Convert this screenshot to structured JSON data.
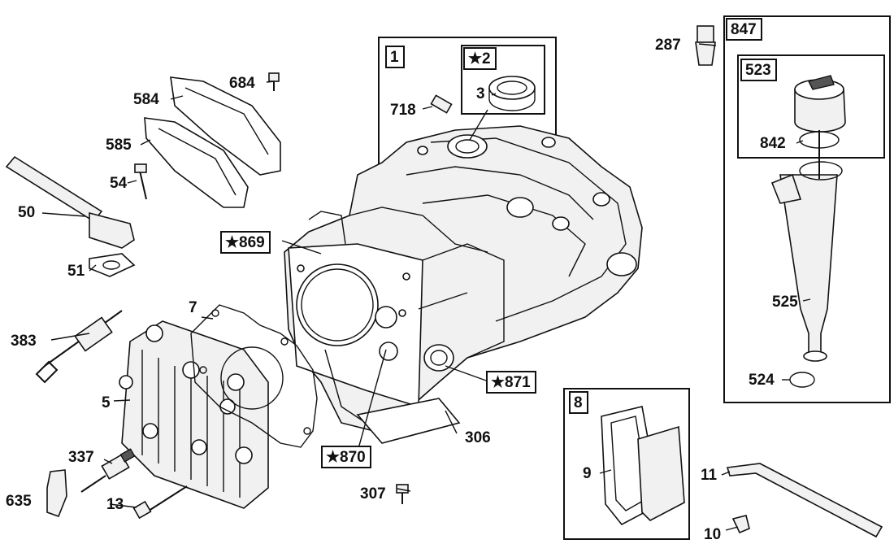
{
  "callouts": {
    "c1": "1",
    "c2": "★2",
    "c3": "3",
    "c5": "5",
    "c7": "7",
    "c8": "8",
    "c9": "9",
    "c10": "10",
    "c11": "11",
    "c13": "13",
    "c50": "50",
    "c51": "51",
    "c54": "54",
    "c287": "287",
    "c306": "306",
    "c307": "307",
    "c337": "337",
    "c383": "383",
    "c523": "523",
    "c524": "524",
    "c525": "525",
    "c584": "584",
    "c585": "585",
    "c635": "635",
    "c684": "684",
    "c718": "718",
    "c842": "842",
    "c847": "847",
    "c869": "★869",
    "c870": "★870",
    "c871": "★871"
  }
}
